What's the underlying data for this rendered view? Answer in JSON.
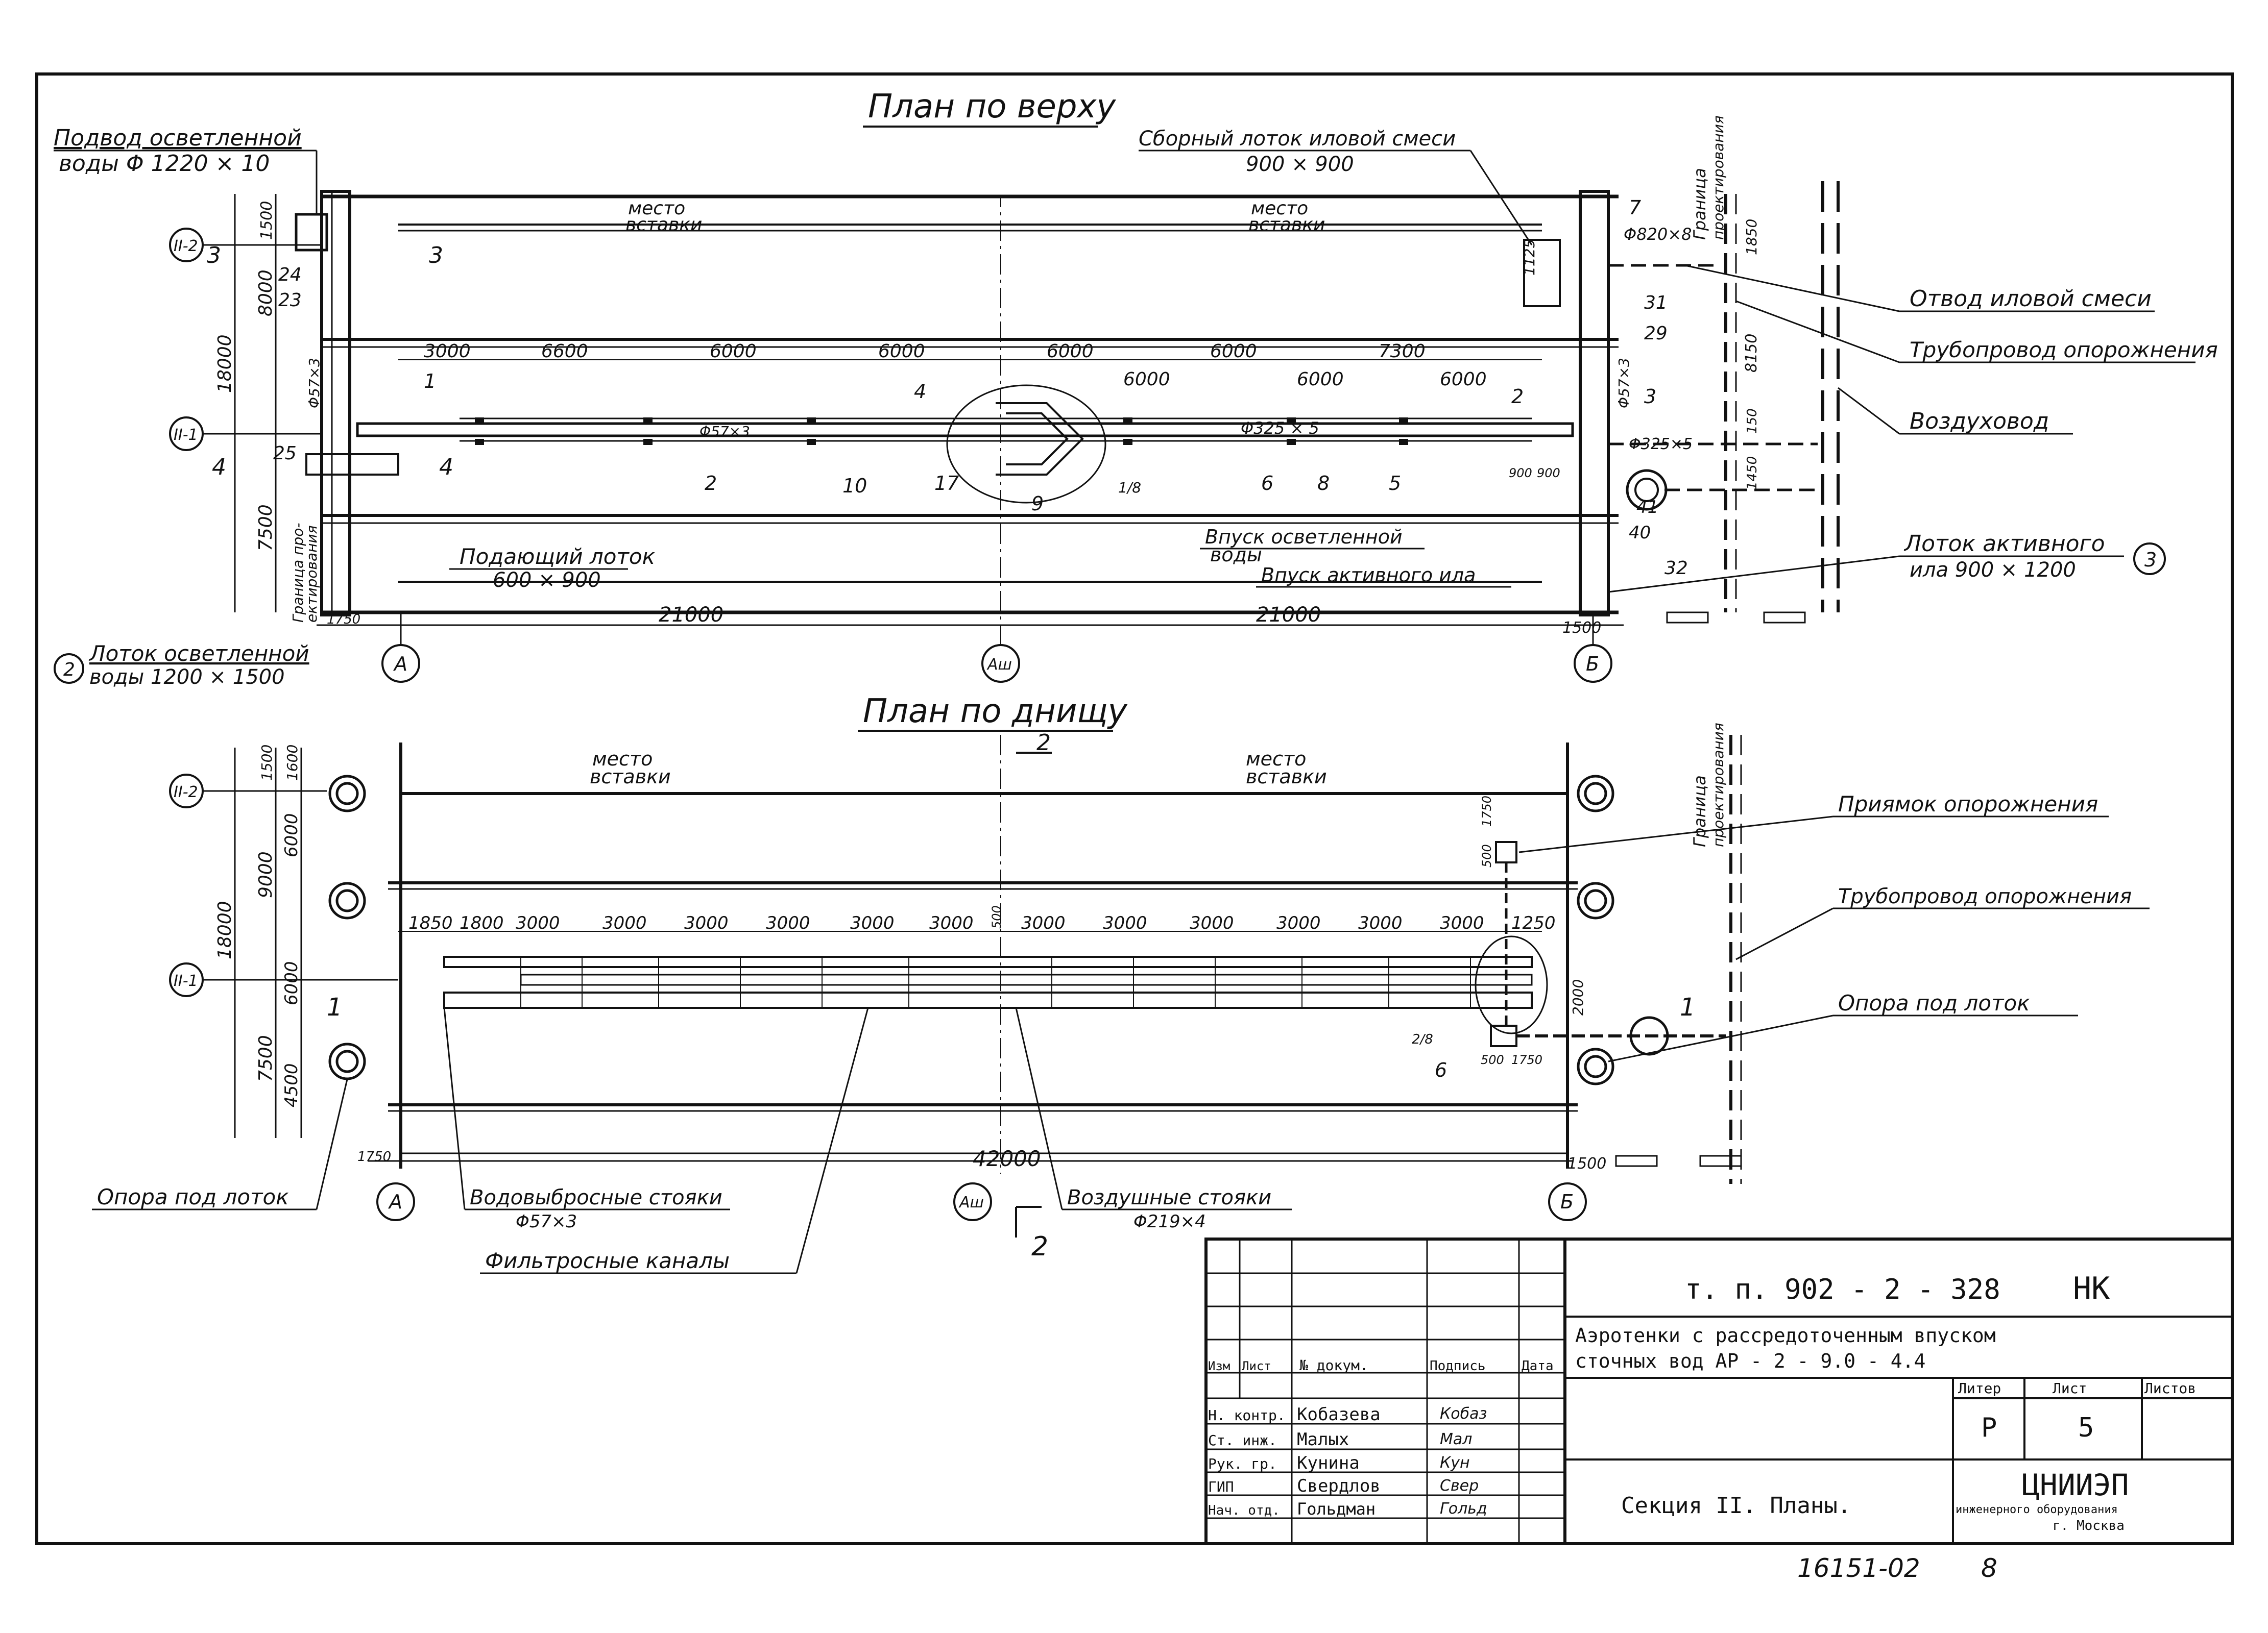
{
  "top_plan": {
    "title": "План по верху",
    "labels": {
      "supply_clarified": "Подвод осветленной",
      "supply_clarified_2": "воды Φ 1220 × 10",
      "collect_tray": "Сборный лоток иловой смеси",
      "collect_tray_2": "900 × 900",
      "insert_place": "место",
      "insert_place_2": "вставки",
      "sludge_outlet": "Отвод иловой смеси",
      "drain_pipe": "Трубопровод опорожнения",
      "air_duct": "Воздуховод",
      "active_sludge_tray": "Лоток активного",
      "active_sludge_tray_2": "ила 900 × 1200",
      "feed_tray": "Подающий лоток",
      "feed_tray_2": "600 × 900",
      "clarified_inlet": "Впуск осветленной",
      "clarified_inlet_2": "воды",
      "active_inlet": "Впуск активного ила",
      "clarified_tray": "Лоток осветленной",
      "clarified_tray_2": "воды 1200 × 1500",
      "boundary": "Граница",
      "boundary_2": "проектирования",
      "boundary_left": "Граница про-",
      "boundary_left_2": "ектирования",
      "pipe_820": "Φ820×8",
      "pipe_57": "Φ57×3",
      "pipe_325": "Φ325 × 5",
      "pipe_325b": "Φ325×5"
    },
    "dims_top": [
      "3000",
      "6600",
      "6000",
      "6000",
      "6000",
      "6000",
      "7300"
    ],
    "dims_second": [
      "6000",
      "6000",
      "6000"
    ],
    "dims_bottom": [
      "1750",
      "21000",
      "21000",
      "1500"
    ],
    "dims_left": [
      "1500",
      "8000",
      "18000",
      "7500"
    ],
    "dims_right": [
      "1125",
      "1850",
      "8150",
      "150",
      "1450"
    ],
    "axes_rows": [
      "II-2",
      "II-1"
    ],
    "axes_cols": [
      "A",
      "Аш",
      "Б"
    ],
    "numbers": [
      "1",
      "2",
      "3",
      "4",
      "5",
      "6",
      "7",
      "8",
      "9",
      "10",
      "17",
      "23",
      "24",
      "25",
      "29",
      "31",
      "32",
      "40",
      "41"
    ],
    "section_marks": [
      "3",
      "4"
    ],
    "circle_marks": [
      "2",
      "3"
    ],
    "dims_small": [
      "900",
      "900",
      "1/8"
    ]
  },
  "bottom_plan": {
    "title": "План по днищу",
    "labels": {
      "insert_place": "место",
      "insert_place_2": "вставки",
      "drain_pit": "Приямок опорожнения",
      "drain_pipe": "Трубопровод опорожнения",
      "tray_support": "Опора под лоток",
      "tray_support_left": "Опора под лоток",
      "water_risers": "Водовыбросные стояки",
      "water_risers_2": "Φ57×3",
      "air_risers": "Воздушные стояки",
      "air_risers_2": "Φ219×4",
      "filter_channels": "Фильтросные каналы",
      "boundary": "Граница",
      "boundary_2": "проектирования"
    },
    "dims_top": [
      "1850",
      "1800",
      "3000",
      "3000",
      "3000",
      "3000",
      "3000",
      "3000",
      "500",
      "3000",
      "3000",
      "3000",
      "3000",
      "3000",
      "3000",
      "1250"
    ],
    "dims_bottom": [
      "1750",
      "42000",
      "1500"
    ],
    "dims_left": [
      "1500",
      "1600",
      "9000",
      "6000",
      "18000",
      "6000",
      "7500",
      "4500"
    ],
    "dims_right": [
      "1750",
      "500",
      "2000",
      "500",
      "1750"
    ],
    "axes_rows": [
      "II-2",
      "II-1"
    ],
    "axes_cols": [
      "A",
      "Аш",
      "Б"
    ],
    "section_marks": [
      "2",
      "2",
      "1",
      "1"
    ],
    "numbers": [
      "2/8",
      "6"
    ]
  },
  "title_block": {
    "code": "т. п.   902 - 2 - 328",
    "mark": "НК",
    "title_line1": "Аэротенки с рассредоточенным впуском",
    "title_line2": "сточных вод   АР - 2 - 9.0 - 4.4",
    "sheet_title": "Секция  II. Планы.",
    "headers": [
      "Изм",
      "Лист",
      "№ докум.",
      "Подпись",
      "Дата"
    ],
    "stage_hdr": "Литер",
    "sheet_hdr": "Лист",
    "sheets_hdr": "Листов",
    "stage": "Р",
    "sheet": "5",
    "org_1": "ЦНИИЭП",
    "org_2": "инженерного оборудования",
    "org_3": "г. Москва",
    "people": [
      {
        "role": "Н. контр.",
        "name": "Кобазева",
        "sign": "Кобаз"
      },
      {
        "role": "Ст. инж.",
        "name": "Малых",
        "sign": "Мал"
      },
      {
        "role": "Рук. гр.",
        "name": "Кунина",
        "sign": "Кун"
      },
      {
        "role": "ГИП",
        "name": "Свердлов",
        "sign": "Свер"
      },
      {
        "role": "Нач. отд.",
        "name": "Гольдман",
        "sign": "Гольд"
      }
    ],
    "archive": "16151-02",
    "page": "8"
  }
}
